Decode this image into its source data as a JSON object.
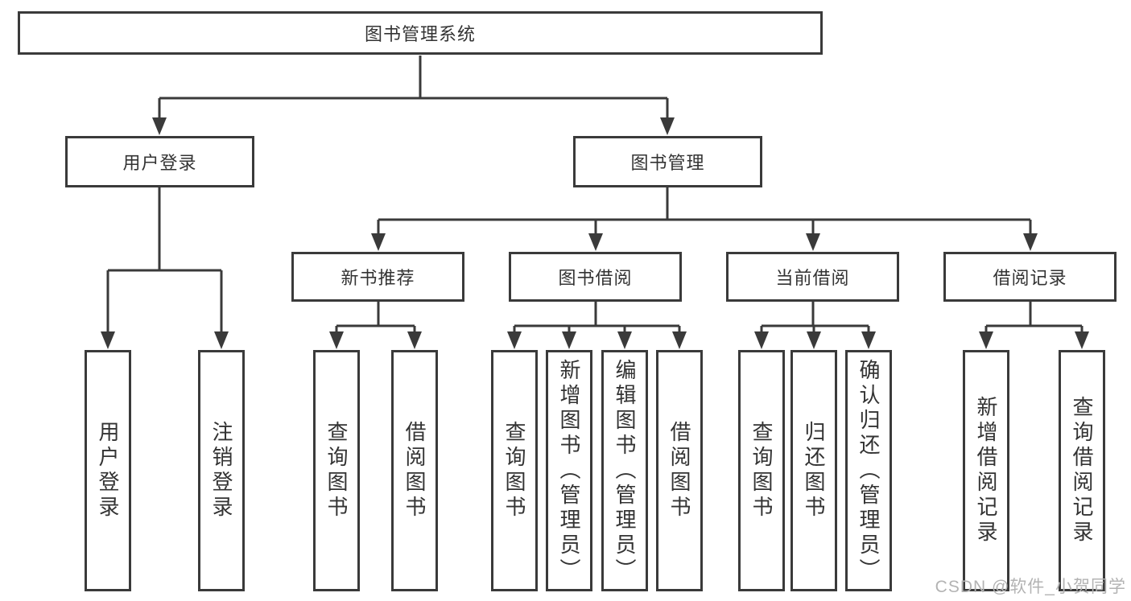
{
  "theme": {
    "line_color": "#3a3a3a",
    "text_color": "#333333",
    "watermark_color": "#b3b3b3",
    "background": "#ffffff"
  },
  "watermark": "CSDN @软件_小贺同学",
  "tree": {
    "root_label": "图书管理系统",
    "branches": [
      {
        "label": "用户登录",
        "leaves": [
          "用户登录",
          "注销登录"
        ]
      },
      {
        "label": "图书管理",
        "groups": [
          {
            "label": "新书推荐",
            "leaves": [
              "查询图书",
              "借阅图书"
            ]
          },
          {
            "label": "图书借阅",
            "leaves": [
              "查询图书",
              "新增图书（管理员）",
              "编辑图书（管理员）",
              "借阅图书"
            ]
          },
          {
            "label": "当前借阅",
            "leaves": [
              "查询图书",
              "归还图书",
              "确认归还（管理员）"
            ]
          },
          {
            "label": "借阅记录",
            "leaves": [
              "新增借阅记录",
              "查询借阅记录"
            ]
          }
        ]
      }
    ]
  }
}
